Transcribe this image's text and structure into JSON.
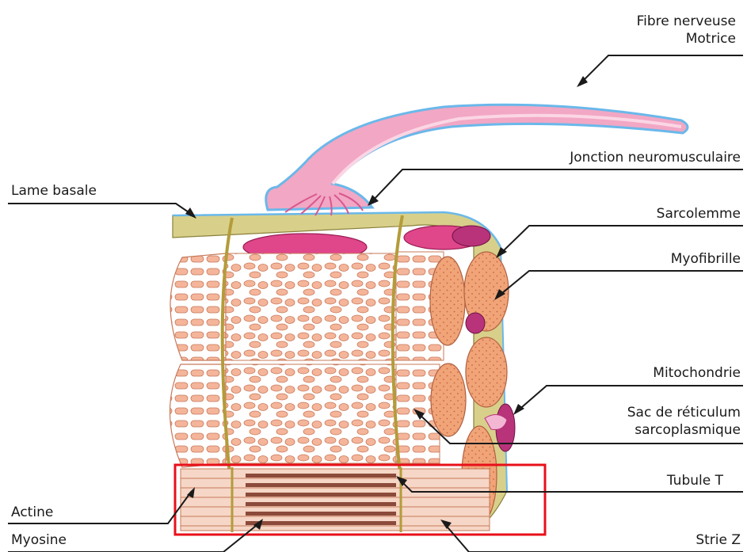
{
  "labels": {
    "fibre_nerveuse_line1": "Fibre nerveuse",
    "fibre_nerveuse_line2": "Motrice",
    "jonction": "Jonction neuromusculaire",
    "lame_basale": "Lame basale",
    "sarcolemme": "Sarcolemme",
    "myofibrille": "Myofibrille",
    "mitochondrie": "Mitochondrie",
    "sac_line1": "Sac de réticulum",
    "sac_line2": "sarcoplasmique",
    "tubule_t": "Tubule T",
    "actine": "Actine",
    "myosine": "Myosine",
    "strie_z": "Strie Z"
  },
  "colors": {
    "highlight_box": "#e8101a",
    "leader_lines": "#1a1a1a",
    "nerve_outer": "#6ab8ea",
    "nerve_inner": "#f2a7c4",
    "basal_lamina": "#d8d08a",
    "myofibril": "#f0a478",
    "myofibril_dark": "#c86e4a",
    "mitochondria": "#b8337a",
    "junction_pink": "#e0468a",
    "z_line": "#b39c3a"
  }
}
